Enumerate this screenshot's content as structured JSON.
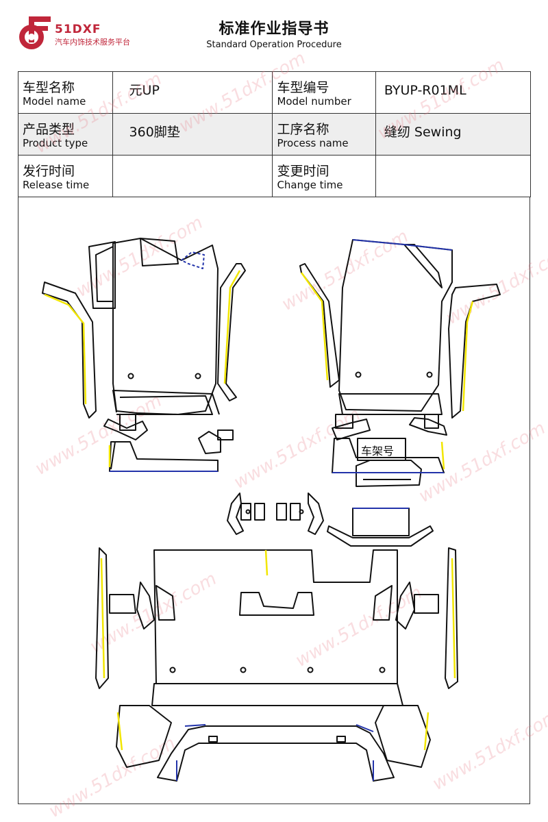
{
  "header": {
    "brand": "51DXF",
    "brand_sub": "汽车内饰技术服务平台",
    "title_cn": "标准作业指导书",
    "title_en": "Standard Operation Procedure"
  },
  "info": {
    "model_name_cn": "车型名称",
    "model_name_en": "Model name",
    "model_name_value": "元UP",
    "model_number_cn": "车型编号",
    "model_number_en": "Model number",
    "model_number_value": "BYUP-R01ML",
    "product_type_cn": "产品类型",
    "product_type_en": "Product type",
    "product_type_value": "360脚垫",
    "process_name_cn": "工序名称",
    "process_name_en": "Process name",
    "process_name_value": "缝纫 Sewing",
    "release_time_cn": "发行时间",
    "release_time_en": "Release time",
    "release_time_value": "",
    "change_time_cn": "变更时间",
    "change_time_en": "Change time",
    "change_time_value": ""
  },
  "drawing": {
    "frame_label": "车架号"
  },
  "watermark": "www.51dxf.com",
  "colors": {
    "brand": "#c0263a",
    "outline": "#111111",
    "edge_yellow": "#f2e600",
    "edge_blue": "#2233aa"
  }
}
